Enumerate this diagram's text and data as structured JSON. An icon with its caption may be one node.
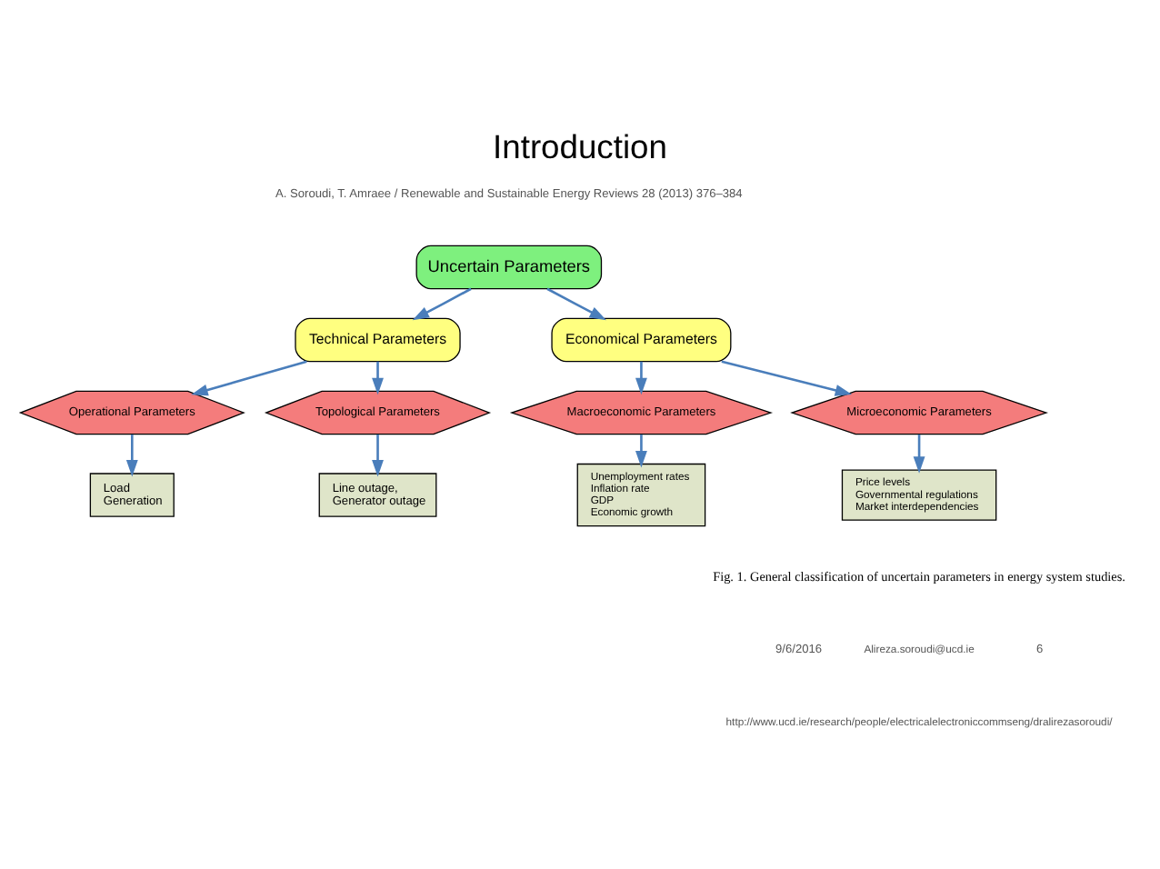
{
  "diagram": {
    "title": "Introduction",
    "caption": "Fig. 1. General classification of uncertain parameters in energy system studies.",
    "nodes": [
      {
        "text": [
          "Uncertain Parameters"
        ]
      },
      {
        "text": [
          "Technical Parameters"
        ]
      },
      {
        "text": [
          "Economical Parameters"
        ]
      },
      {
        "text": [
          "Operational Parameters"
        ]
      },
      {
        "text": [
          "Topological Parameters"
        ]
      },
      {
        "text": [
          "Macroeconomic Parameters"
        ]
      },
      {
        "text": [
          "Microeconomic Parameters"
        ]
      },
      {
        "text": [
          "Load",
          "Generation"
        ]
      },
      {
        "text": [
          "Line outage,",
          "Generator outage"
        ]
      },
      {
        "text": [
          "Unemployment rates",
          "Inflation rate",
          "GDP",
          "Economic growth"
        ]
      },
      {
        "text": [
          "Price levels",
          "Governmental regulations",
          "Market interdependencies"
        ]
      }
    ],
    "edges": [
      {
        "from": 0,
        "to": 1,
        "arrow": "to"
      },
      {
        "from": 0,
        "to": 2,
        "arrow": "to"
      },
      {
        "from": 1,
        "to": 3,
        "arrow": "to"
      },
      {
        "from": 1,
        "to": 4,
        "arrow": "to"
      },
      {
        "from": 2,
        "to": 5,
        "arrow": "to"
      },
      {
        "from": 2,
        "to": 6,
        "arrow": "to"
      },
      {
        "from": 3,
        "to": 7,
        "arrow": "to"
      },
      {
        "from": 4,
        "to": 8,
        "arrow": "to"
      },
      {
        "from": 5,
        "to": 9,
        "arrow": "to"
      },
      {
        "from": 6,
        "to": 10,
        "arrow": "to"
      }
    ],
    "labels": [
      "A. Soroudi, T. Amraee / Renewable and Sustainable Energy Reviews 28 (2013) 376–384",
      "9/6/2016",
      "Alireza.soroudi@ucd.ie",
      "http://www.ucd.ie/research/people/electricalelectroniccommseng/dralirezasoroudi/",
      "6"
    ]
  }
}
